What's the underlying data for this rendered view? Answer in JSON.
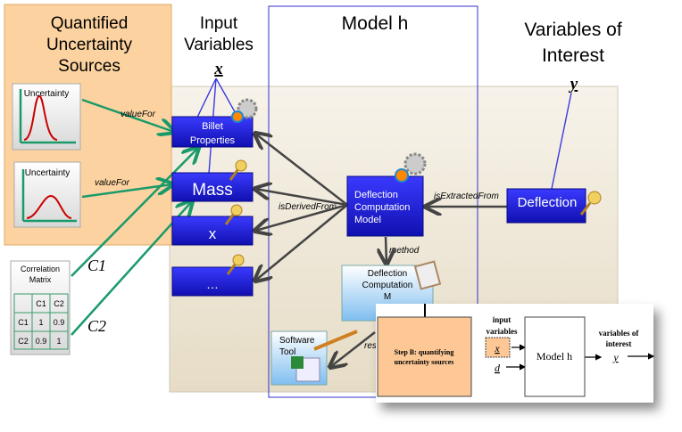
{
  "titles": {
    "sources": [
      "Quantified",
      "Uncertainty",
      "Sources"
    ],
    "inputs": [
      "Input",
      "Variables"
    ],
    "x_symbol": "x",
    "model": "Model h",
    "interest": [
      "Variables of",
      "Interest"
    ],
    "y_symbol": "y"
  },
  "uncertainty_boxes": [
    "Uncertainty",
    "Uncertainty"
  ],
  "edge_labels": {
    "value_for_1": "valueFor",
    "value_for_2": "valueFor",
    "is_derived_from": "isDerivedFrom",
    "is_extracted_from": "isExtractedFrom",
    "method": "method",
    "res": "res",
    "c1": "C1",
    "c2": "C2"
  },
  "input_nodes": [
    [
      "Billet",
      "Properties"
    ],
    [
      "Mass"
    ],
    [
      "x"
    ],
    [
      "…"
    ]
  ],
  "model_node": [
    "Deflection",
    "Computation",
    "Model"
  ],
  "output_node": "Deflection",
  "method_node": [
    "Deflection",
    "Computation",
    "M"
  ],
  "software_node": [
    "Software",
    "Tool"
  ],
  "correlation_matrix": {
    "title": [
      "Correlation",
      "Matrix"
    ],
    "headers": [
      "",
      "C1",
      "C2"
    ],
    "rows": [
      [
        "C1",
        "1",
        "0.9"
      ],
      [
        "C2",
        "0.9",
        "1"
      ]
    ]
  },
  "inset": {
    "step": [
      "Step B: quantifying",
      "uncertainty sources"
    ],
    "input_label": [
      "input",
      "variables"
    ],
    "x": "x",
    "d": "d",
    "model": "Model h",
    "output_label": [
      "variables of",
      "interest"
    ],
    "y": "y"
  },
  "colors": {
    "node_blue": "#1a1acc",
    "source_orange": "#fcd3a0",
    "arrow_green": "#1a9a6a",
    "beige": "#efe8d8"
  }
}
